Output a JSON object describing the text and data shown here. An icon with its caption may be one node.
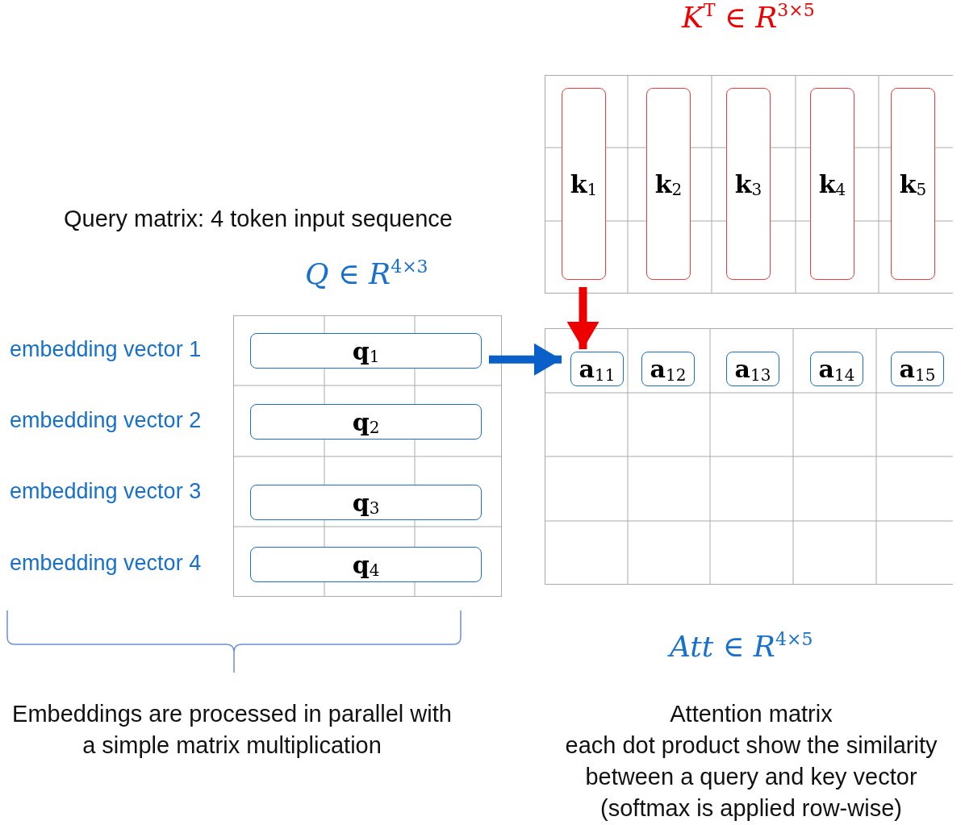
{
  "diagram": {
    "nodes": [
      {
        "text": [
          "*K*$^{T}$ ∈ *R*$^{3×5}$"
        ]
      },
      {
        "text": [
          "**k**$_{1}$"
        ],
        "in": 0
      },
      {
        "text": [
          "**k**$_{2}$"
        ],
        "in": 0
      },
      {
        "text": [
          "**k**$_{3}$"
        ],
        "in": 0
      },
      {
        "text": [
          "**k**$_{4}$"
        ],
        "in": 0
      },
      {
        "text": [
          "**k**$_{5}$"
        ],
        "in": 0
      },
      {
        "text": [
          "*Q* ∈ *R*$^{4×3}$"
        ]
      },
      {
        "text": [
          "**q**$_{1}$"
        ],
        "in": 6
      },
      {
        "text": [
          "**q**$_{2}$"
        ],
        "in": 6
      },
      {
        "text": [
          "**q**$_{3}$"
        ],
        "in": 6
      },
      {
        "text": [
          "**q**$_{4}$"
        ],
        "in": 6
      },
      {
        "text": [
          "*Att* ∈ *R*$^{4×5}$"
        ]
      },
      {
        "text": [
          "**a**$_{11}$"
        ],
        "in": 11
      },
      {
        "text": [
          "**a**$_{12}$"
        ],
        "in": 11
      },
      {
        "text": [
          "**a**$_{13}$"
        ],
        "in": 11
      },
      {
        "text": [
          "**a**$_{14}$"
        ],
        "in": 11
      },
      {
        "text": [
          "**a**$_{15}$"
        ],
        "in": 11
      }
    ],
    "edges": [
      {
        "from": 1,
        "to": 12,
        "arrow": "to",
        "color": "#ee0000"
      },
      {
        "from": 7,
        "to": 12,
        "arrow": "to",
        "color": "#0a5fc8"
      }
    ],
    "labels": [
      "Query matrix: 4 token input sequence",
      "embedding vector 1",
      "embedding vector 2",
      "embedding vector 3",
      "embedding vector 4",
      "Embeddings are processed in parallel with a simple matrix multiplication",
      "Attention matrix",
      "each dot product show the similarity between a query and key vector (softmax is applied row-wise)"
    ]
  }
}
